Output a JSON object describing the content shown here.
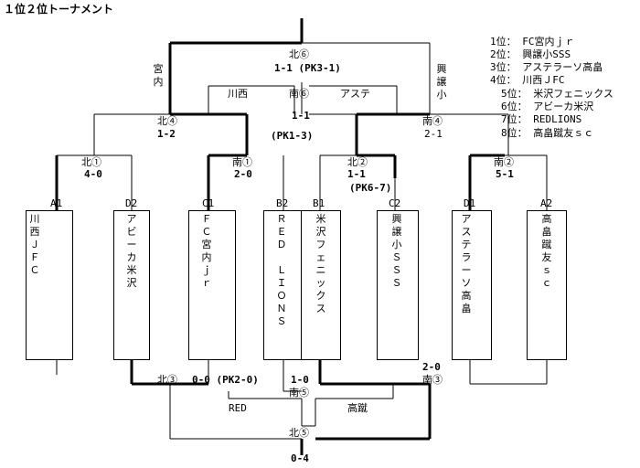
{
  "title": "１位２位トーナメント",
  "ranking": [
    "1位： FC宮内ｊｒ",
    "2位： 興譲小SSS",
    "3位： アステラーソ高畠",
    "4位： 川西ＪFC",
    "5位： 米沢フェニックス",
    "6位： アビーカ米沢",
    "7位： REDLIONS",
    "8位： 高畠蹴友ｓｃ"
  ],
  "teams": [
    {
      "seed": "A1",
      "name": "川西ＪＦＣ"
    },
    {
      "seed": "D2",
      "name": "アビーカ米沢"
    },
    {
      "seed": "C1",
      "name": "ＦＣ宮内ｊｒ"
    },
    {
      "seed": "B2",
      "name": "ＲＥＤ　ＬＩＯＮＳ"
    },
    {
      "seed": "B1",
      "name": "米沢フェニックス"
    },
    {
      "seed": "C2",
      "name": "興譲小ＳＳＳ"
    },
    {
      "seed": "D1",
      "name": "アステラーソ高畠"
    },
    {
      "seed": "A2",
      "name": "高畠蹴友ｓｃ"
    }
  ],
  "matches": {
    "n1": {
      "label": "北①",
      "score": "4-0"
    },
    "s1": {
      "label": "南①",
      "score": "2-0"
    },
    "n2": {
      "label": "北②",
      "score": "1-1",
      "pk": "(PK6-7)"
    },
    "s2": {
      "label": "南②",
      "score": "5-1"
    },
    "n4": {
      "label": "北④",
      "score": "1-2"
    },
    "s4": {
      "label": "南④",
      "score": "2-1"
    },
    "s6": {
      "label": "南⑥",
      "left": "川西",
      "right": "アステ",
      "score": "1-1",
      "pk": "(PK1-3)"
    },
    "n6": {
      "label": "北⑥",
      "score": "1-1 (PK3-1)",
      "left": "宮内",
      "right": "興譲小"
    },
    "n3": {
      "label": "北③",
      "score": "0-0 (PK2-0)"
    },
    "s3": {
      "label": "南③",
      "score": "2-0"
    },
    "s5": {
      "label": "南⑤",
      "score": "1-0",
      "left": "RED",
      "right": "高蹴"
    },
    "n5": {
      "label": "北⑤",
      "score": "0-4"
    }
  }
}
